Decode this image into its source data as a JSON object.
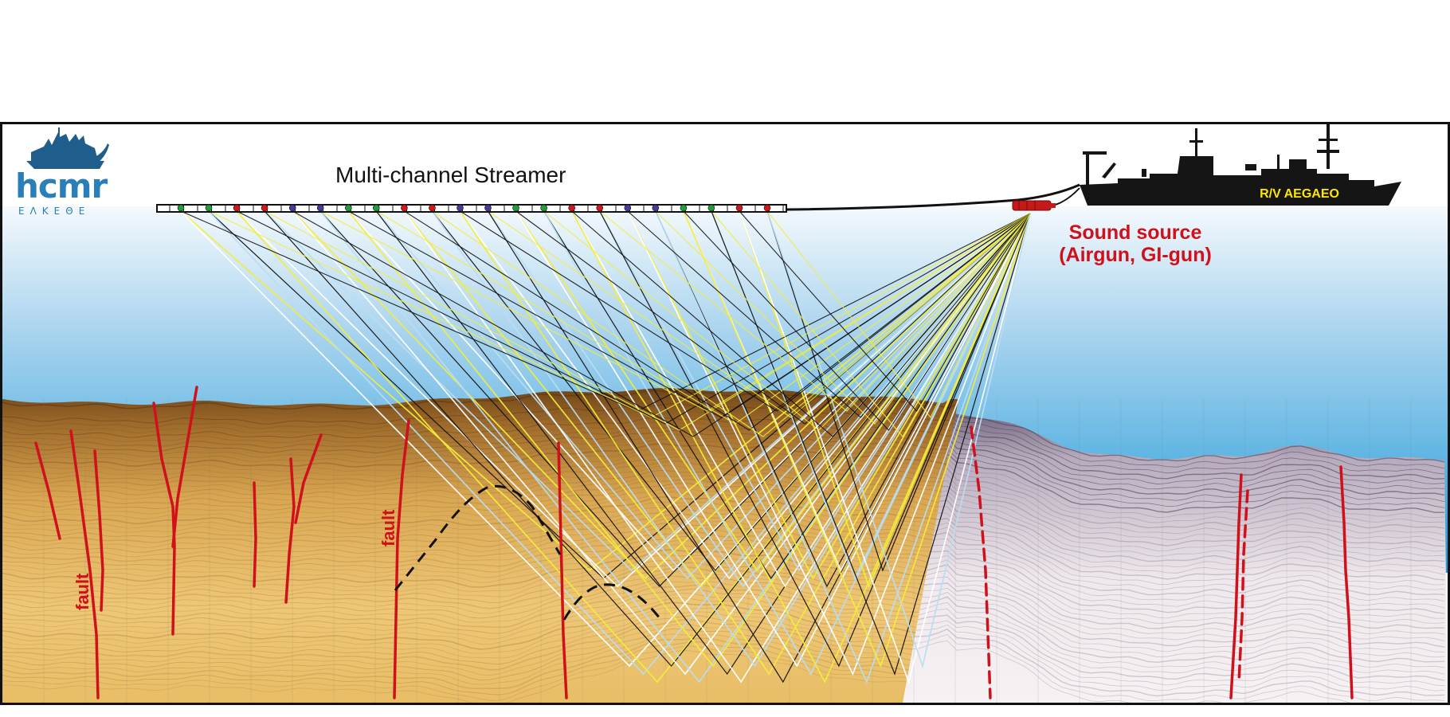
{
  "logo": {
    "name": "hcmr",
    "subtitle": "ΕΛΚΕΘΕ"
  },
  "labels": {
    "streamer": "Multi-channel Streamer",
    "source_line1": "Sound source",
    "source_line2": "(Airgun, GI-gun)",
    "vessel": "R/V AEGAEO",
    "fault_left": "fault",
    "fault_mid": "fault"
  },
  "colors": {
    "sea_top": "#f2f8fc",
    "sea_bottom": "#1f9ddb",
    "sediment_light": "#ecc36a",
    "sediment_dark": "#8a5a22",
    "basement_light": "#f4eef0",
    "basement_dark": "#6a5a78",
    "fault": "#d0101a",
    "source": "#c41a1a",
    "vessel": "#151515",
    "vessel_label": "#ffe600",
    "ray_yellow": "#f2ec3a",
    "ray_black": "#111111",
    "ray_white": "#ffffff",
    "ray_light_blue": "#b9dcf2",
    "logo_blue": "#1f5d8c"
  },
  "streamer_channel_colors": [
    "green",
    "green",
    "red",
    "red",
    "purple",
    "purple",
    "green",
    "green",
    "red",
    "red",
    "purple",
    "purple",
    "green",
    "green",
    "red",
    "red",
    "purple",
    "purple",
    "green",
    "green",
    "red",
    "red"
  ],
  "icons": {
    "logo": "ship-logo-icon",
    "vessel": "research-vessel-icon",
    "source": "airgun-icon"
  }
}
